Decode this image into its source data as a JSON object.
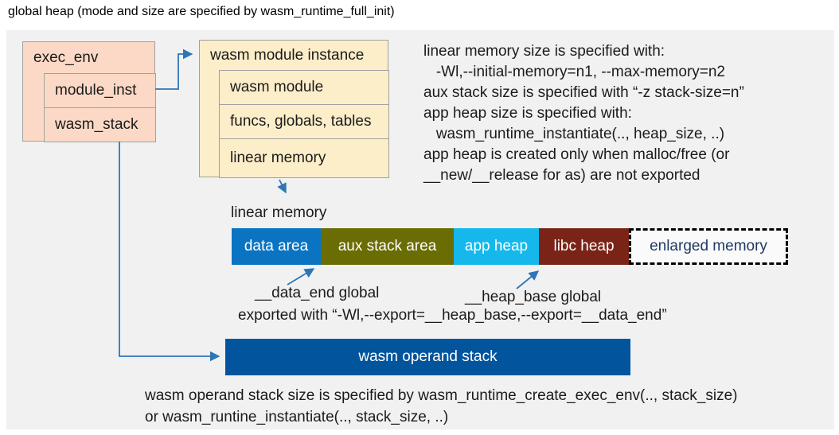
{
  "title": "global heap (mode and size are specified by wasm_runtime_full_init)",
  "exec_env": {
    "header": "exec_env",
    "children": [
      "module_inst",
      "wasm_stack"
    ]
  },
  "module_instance": {
    "header": "wasm module instance",
    "children": [
      "wasm module",
      "funcs, globals, tables",
      "linear memory"
    ]
  },
  "notes_right": [
    "linear memory size is specified with:",
    "   -Wl,--initial-memory=n1, --max-memory=n2",
    "aux stack size is specified with “-z stack-size=n”",
    "app heap size is specified with:",
    "   wasm_runtime_instantiate(.., heap_size, ..)",
    "app heap is created only when malloc/free (or",
    "__new/__release for as) are not exported"
  ],
  "linear_memory_label": "linear memory",
  "memory_bar": {
    "segments": [
      {
        "label": "data area",
        "color": "#0b74c2"
      },
      {
        "label": "aux stack area",
        "color": "#6a6c04"
      },
      {
        "label": "app heap",
        "color": "#16b8ec"
      },
      {
        "label": "libc heap",
        "color": "#7a2418"
      },
      {
        "label": "enlarged memory",
        "color": null
      }
    ]
  },
  "annotations": {
    "data_end_label": "__data_end global",
    "heap_base_label": "__heap_base global",
    "export_line": "exported with “-Wl,--export=__heap_base,--export=__data_end”"
  },
  "operand_stack": {
    "label": "wasm operand stack"
  },
  "notes_bottom": [
    "wasm operand stack size is specified by wasm_runtime_create_exec_env(.., stack_size)",
    "or wasm_runtine_instantiate(.., stack_size, ..)"
  ],
  "colors": {
    "arrow": "#2e75b6",
    "panel_bg": "#f1f1f2",
    "exec_env_fill": "#fcd9c6",
    "module_instance_fill": "#fdeeca",
    "operand_stack_fill": "#02549c",
    "enlarged_text": "#1f3a67"
  }
}
